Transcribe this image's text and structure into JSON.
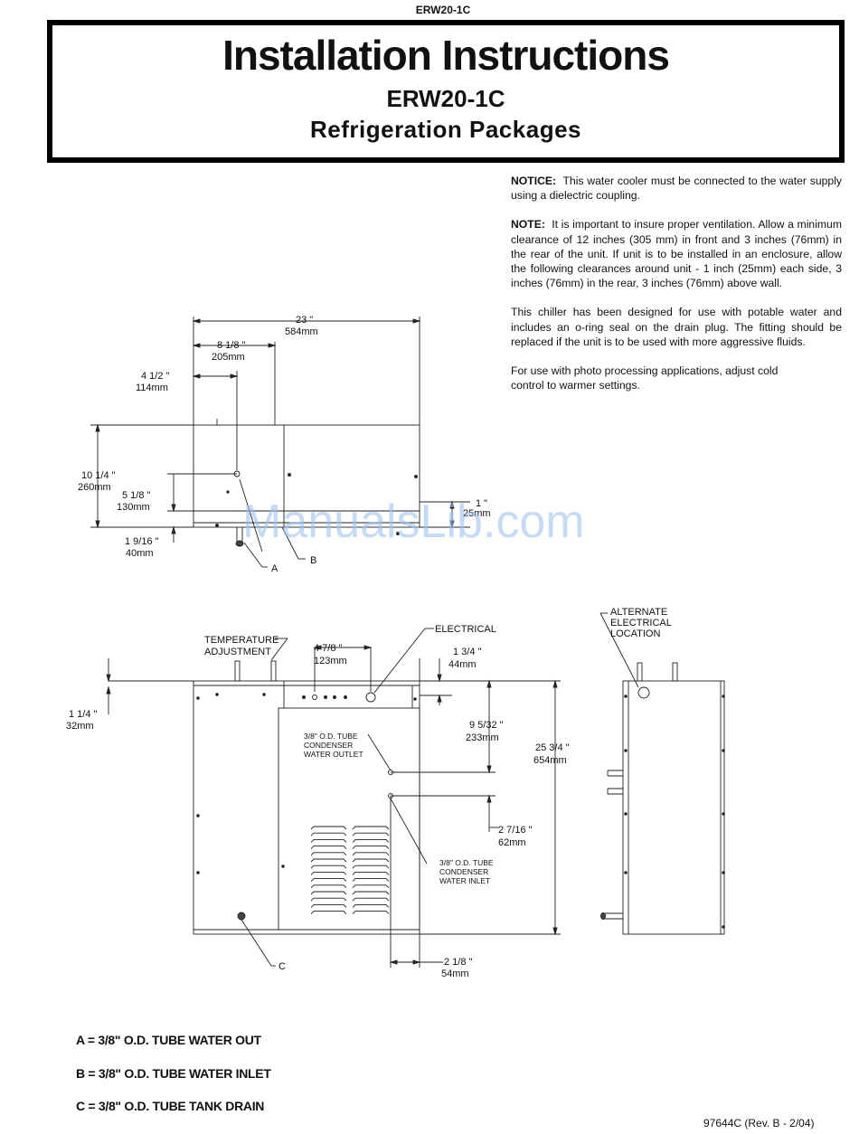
{
  "header": {
    "doc_code": "ERW20-1C",
    "title": "Installation Instructions",
    "model": "ERW20-1C",
    "subtitle": "Refrigeration Packages"
  },
  "notes": {
    "notice_label": "NOTICE:",
    "notice_text": "This water cooler must be connected to the water supply using a dielectric coupling.",
    "note_label": "NOTE:",
    "note_text": "It is important to insure proper ventilation.  Allow a minimum clearance of 12 inches (305 mm) in front and 3 inches (76mm) in the rear of the unit.  If unit is to be installed in an enclosure, allow the following clearances around unit - 1 inch (25mm) each side, 3 inches (76mm) in the rear, 3 inches (76mm) above wall.",
    "para_potable": "This chiller has been designed for use with potable water and includes an o-ring seal on the drain plug.  The fitting should be replaced if the unit is to be used with more aggressive fluids.",
    "para_photo": "For use with photo processing applications, adjust cold control to warmer settings."
  },
  "top_view": {
    "dim_23_in": "23 \"",
    "dim_23_mm": "584mm",
    "dim_8_in": "8 1/8 \"",
    "dim_8_mm": "205mm",
    "dim_4_in": "4 1/2 \"",
    "dim_4_mm": "114mm",
    "dim_10_in": "10 1/4 \"",
    "dim_10_mm": "260mm",
    "dim_5_in": "5 1/8 \"",
    "dim_5_mm": "130mm",
    "dim_1916_in": "1 9/16 \"",
    "dim_1916_mm": "40mm",
    "dim_1_in": "1 \"",
    "dim_1_mm": "25mm",
    "callout_a": "A",
    "callout_b": "B"
  },
  "front_view": {
    "temp_adj_1": "TEMPERATURE",
    "temp_adj_2": "ADJUSTMENT",
    "electrical": "ELECTRICAL",
    "dim_478_in": "4 7/8 \"",
    "dim_478_mm": "123mm",
    "dim_134_in": "1 3/4 \"",
    "dim_134_mm": "44mm",
    "dim_114_in": "1 1/4 \"",
    "dim_114_mm": "32mm",
    "dim_9532_in": "9 5/32 \"",
    "dim_9532_mm": "233mm",
    "dim_2534_in": "25 3/4 \"",
    "dim_2534_mm": "654mm",
    "dim_2716_in": "2 7/16 \"",
    "dim_2716_mm": "62mm",
    "dim_218_in": "2 1/8 \"",
    "dim_218_mm": "54mm",
    "outlet_1": "3/8\" O.D. TUBE",
    "outlet_2": "CONDENSER",
    "outlet_3": "WATER OUTLET",
    "inlet_1": "3/8\" O.D. TUBE",
    "inlet_2": "CONDENSER",
    "inlet_3": "WATER INLET",
    "callout_c": "C"
  },
  "side_view": {
    "alt_1": "ALTERNATE",
    "alt_2": "ELECTRICAL",
    "alt_3": "LOCATION"
  },
  "watermark": "ManualsLib.com",
  "legend": {
    "a": "A = 3/8\" O.D. TUBE WATER OUT",
    "b": "B = 3/8\" O.D. TUBE WATER INLET",
    "c": "C = 3/8\" O.D. TUBE TANK DRAIN"
  },
  "footer": {
    "revision": "97644C (Rev. B - 2/04)"
  }
}
